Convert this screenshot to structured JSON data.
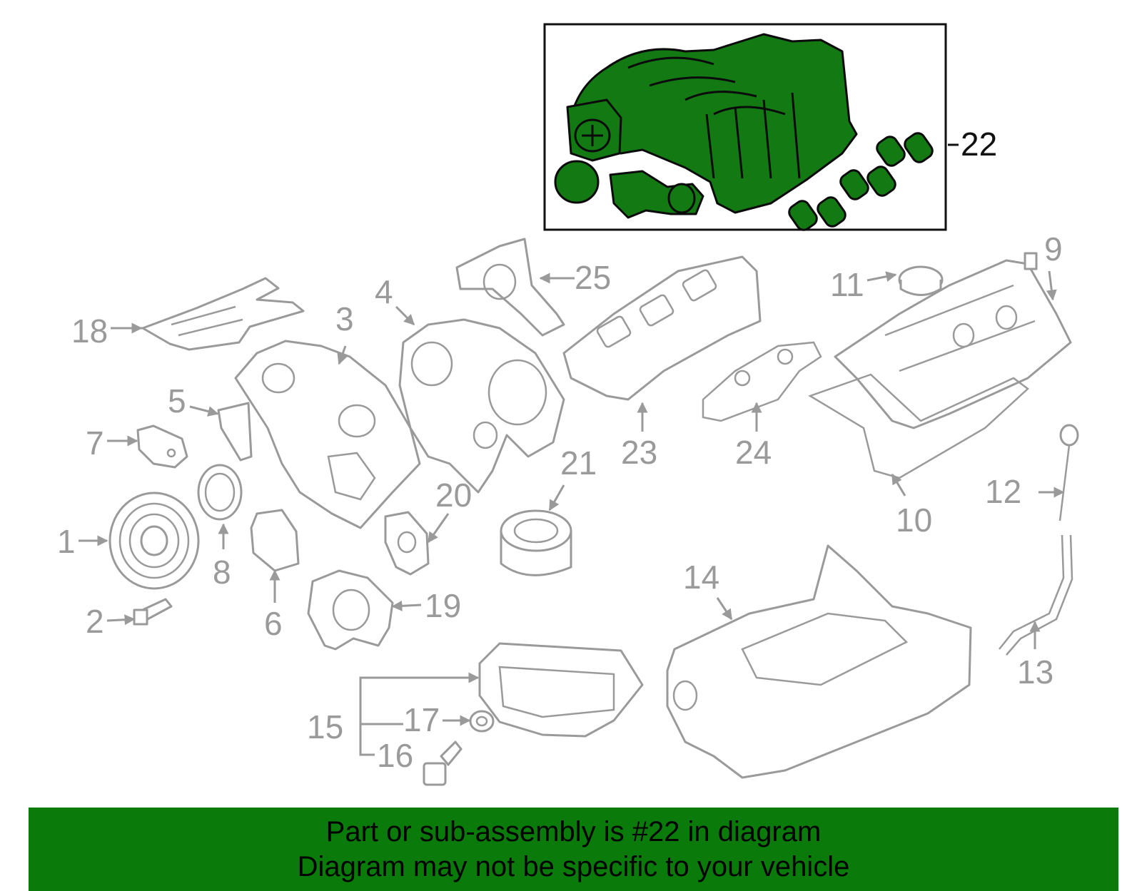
{
  "callouts": {
    "c1": "1",
    "c2": "2",
    "c3": "3",
    "c4": "4",
    "c5": "5",
    "c6": "6",
    "c7": "7",
    "c8": "8",
    "c9": "9",
    "c10": "10",
    "c11": "11",
    "c12": "12",
    "c13": "13",
    "c14": "14",
    "c15": "15",
    "c16": "16",
    "c17": "17",
    "c18": "18",
    "c19": "19",
    "c20": "20",
    "c21": "21",
    "c22": "22",
    "c23": "23",
    "c24": "24",
    "c25": "25"
  },
  "highlight_color": "#137a13",
  "banner": {
    "line1": "Part or sub-assembly is #22 in diagram",
    "line2": "Diagram may not be specific to your vehicle"
  }
}
